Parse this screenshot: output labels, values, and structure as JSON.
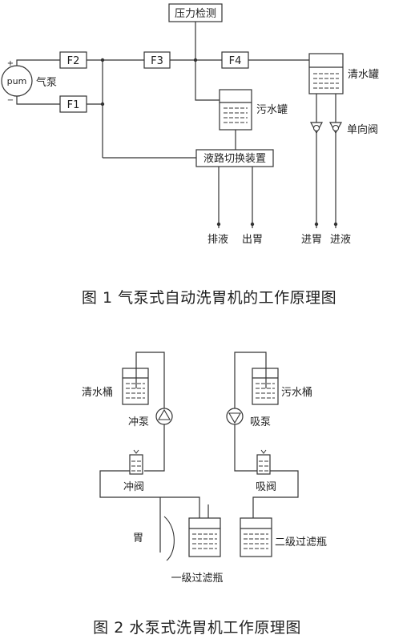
{
  "figure1": {
    "caption": "图 1  气泵式自动洗胃机的工作原理图",
    "pressure_detect": "压力检测",
    "pump": "pum",
    "pump_label": "气泵",
    "plus": "+",
    "minus": "−",
    "valves": {
      "f1": "F1",
      "f2": "F2",
      "f3": "F3",
      "f4": "F4"
    },
    "waste_tank": "污水罐",
    "clean_tank": "清水罐",
    "check_valve": "单向阀",
    "switch_device": "液路切换装置",
    "drain": "排液",
    "stomach_out": "出胃",
    "stomach_in": "进胃",
    "liquid_in": "进液"
  },
  "figure2": {
    "caption": "图 2 水泵式洗胃机工作原理图",
    "clean_bucket": "清水桶",
    "waste_bucket": "污水桶",
    "flush_pump": "冲泵",
    "suction_pump": "吸泵",
    "flush_valve": "冲阀",
    "suction_valve": "吸阀",
    "stomach": "胃",
    "first_filter": "一级过滤瓶",
    "second_filter": "二级过滤瓶"
  }
}
